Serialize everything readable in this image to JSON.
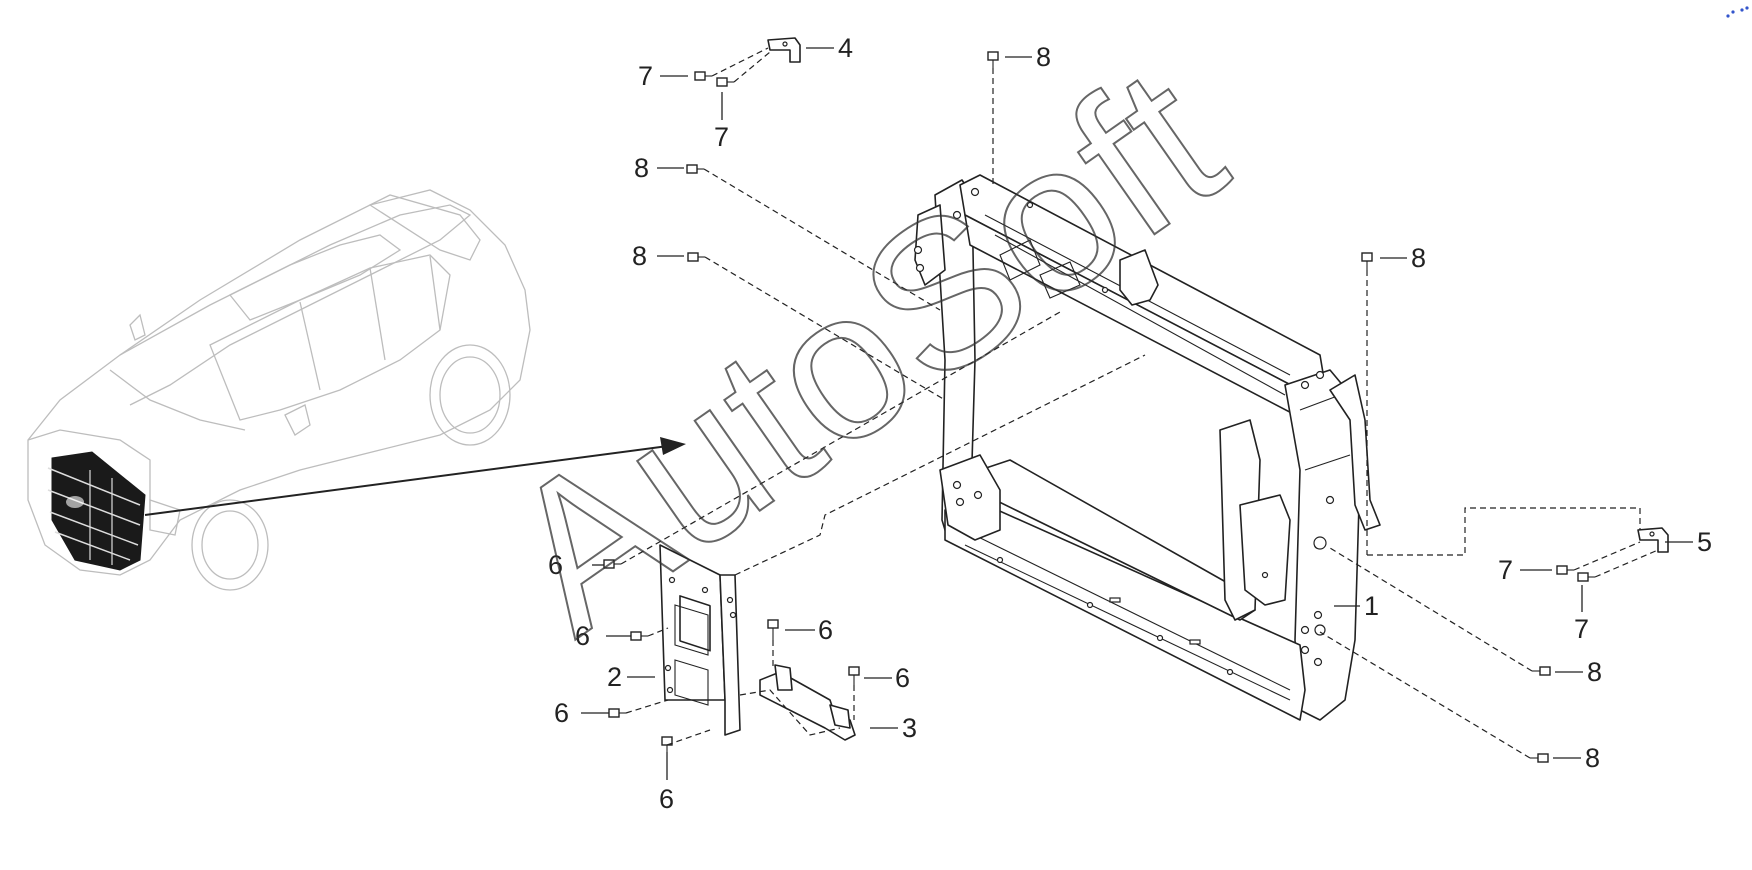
{
  "diagram": {
    "watermark": "AutoSoft",
    "callouts": [
      {
        "id": "label-1",
        "text": "1"
      },
      {
        "id": "label-2",
        "text": "2"
      },
      {
        "id": "label-3",
        "text": "3"
      },
      {
        "id": "label-4",
        "text": "4"
      },
      {
        "id": "label-5",
        "text": "5"
      },
      {
        "id": "label-6a",
        "text": "6"
      },
      {
        "id": "label-6b",
        "text": "6"
      },
      {
        "id": "label-6c",
        "text": "6"
      },
      {
        "id": "label-6d",
        "text": "6"
      },
      {
        "id": "label-6e",
        "text": "6"
      },
      {
        "id": "label-6f",
        "text": "6"
      },
      {
        "id": "label-7a",
        "text": "7"
      },
      {
        "id": "label-7b",
        "text": "7"
      },
      {
        "id": "label-7c",
        "text": "7"
      },
      {
        "id": "label-7d",
        "text": "7"
      },
      {
        "id": "label-8a",
        "text": "8"
      },
      {
        "id": "label-8b",
        "text": "8"
      },
      {
        "id": "label-8c",
        "text": "8"
      },
      {
        "id": "label-8d",
        "text": "8"
      },
      {
        "id": "label-8e",
        "text": "8"
      },
      {
        "id": "label-8f",
        "text": "8"
      }
    ]
  }
}
